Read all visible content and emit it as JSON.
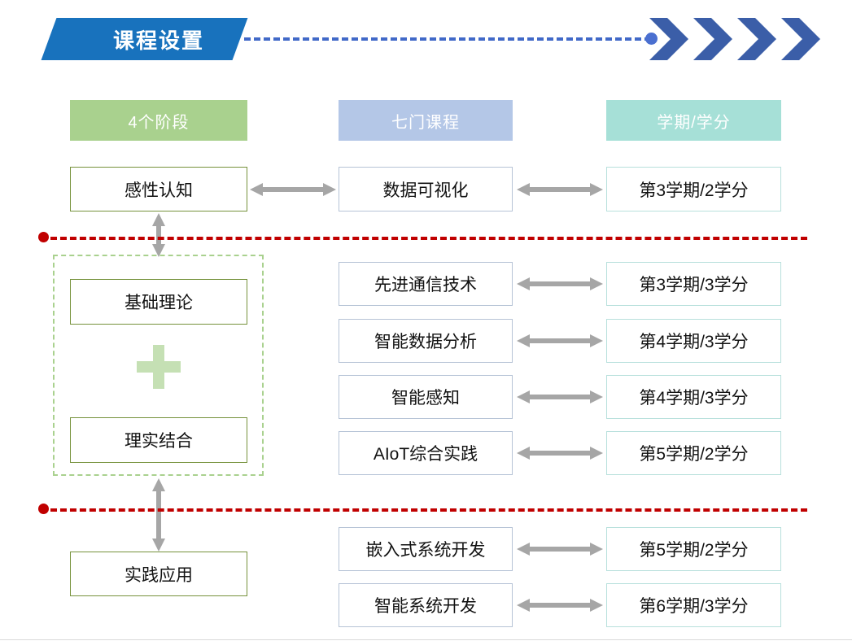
{
  "header": {
    "title": "课程设置",
    "chevron_icon": "chevron-right-icon",
    "banner_color": "#1872bd",
    "chevron_color": "#3b5ea8",
    "dash_color": "#4169c8"
  },
  "columns": [
    {
      "label": "4个阶段",
      "color": "#a9d18e"
    },
    {
      "label": "七门课程",
      "color": "#b4c7e7"
    },
    {
      "label": "学期/学分",
      "color": "#a6e0d7"
    }
  ],
  "stages": [
    {
      "label": "感性认知"
    },
    {
      "label": "基础理论"
    },
    {
      "label": "理实结合"
    },
    {
      "label": "实践应用"
    }
  ],
  "group": {
    "plus_icon": "plus-icon",
    "plus_color": "#c5e0b4",
    "border_color": "#a9d18e"
  },
  "rows": [
    {
      "course": "数据可视化",
      "credit": "第3学期/2学分"
    },
    {
      "course": "先进通信技术",
      "credit": "第3学期/3学分"
    },
    {
      "course": "智能数据分析",
      "credit": "第4学期/3学分"
    },
    {
      "course": "智能感知",
      "credit": "第4学期/3学分"
    },
    {
      "course": "AIoT综合实践",
      "credit": "第5学期/2学分"
    },
    {
      "course": "嵌入式系统开发",
      "credit": "第5学期/2学分"
    },
    {
      "course": "智能系统开发",
      "credit": "第6学期/3学分"
    }
  ],
  "arrows": {
    "horizontal_icon": "double-arrow-horizontal-icon",
    "vertical_icon": "double-arrow-vertical-icon",
    "color": "#a6a6a6"
  },
  "separators": {
    "color": "#c00000",
    "dot_icon": "bullet-dot-icon"
  }
}
